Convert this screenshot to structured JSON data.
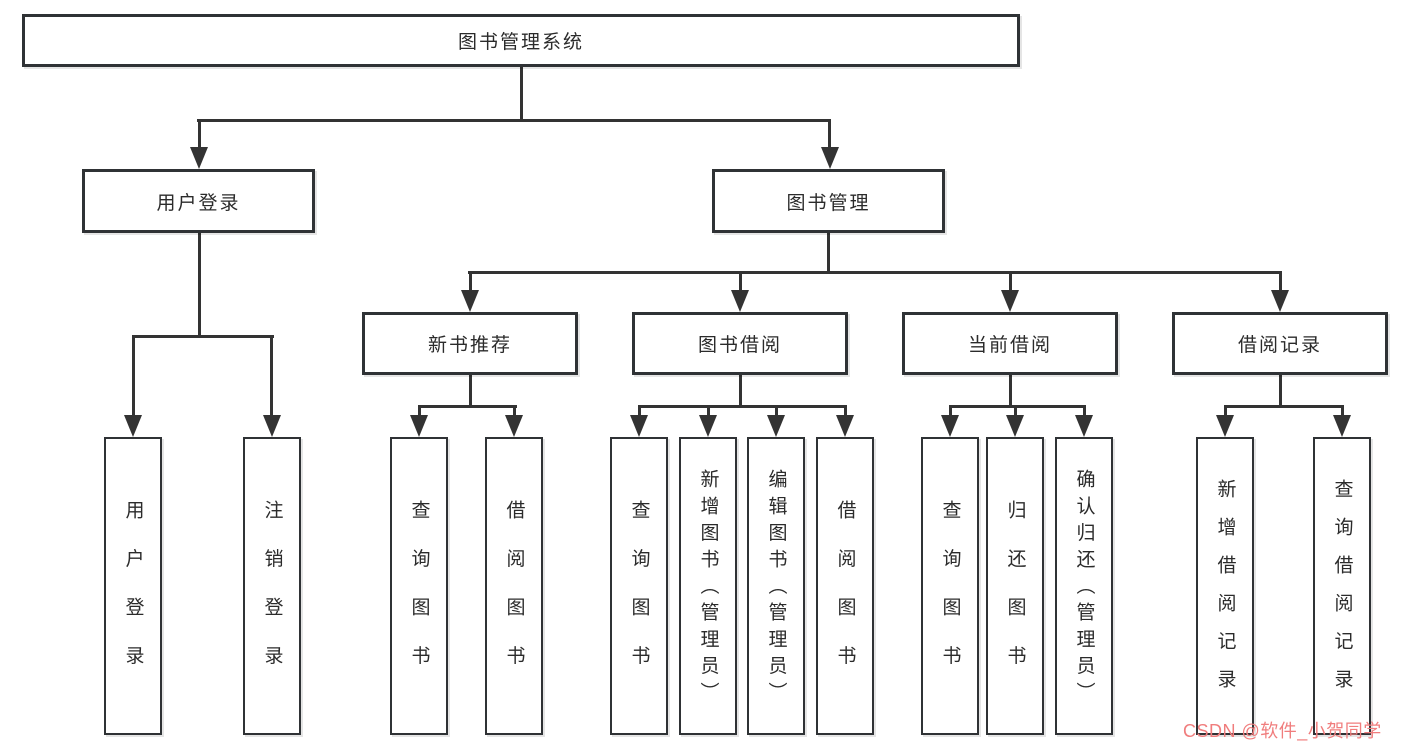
{
  "diagram": {
    "root": {
      "label": "图书管理系统"
    },
    "level2": [
      {
        "label": "用户登录"
      },
      {
        "label": "图书管理"
      }
    ],
    "level3": [
      {
        "label": "新书推荐"
      },
      {
        "label": "图书借阅"
      },
      {
        "label": "当前借阅"
      },
      {
        "label": "借阅记录"
      }
    ],
    "leaves": [
      {
        "label": "用户登录",
        "parent": "用户登录"
      },
      {
        "label": "注销登录",
        "parent": "用户登录"
      },
      {
        "label": "查询图书",
        "parent": "新书推荐"
      },
      {
        "label": "借阅图书",
        "parent": "新书推荐"
      },
      {
        "label": "查询图书",
        "parent": "图书借阅"
      },
      {
        "label": "新增图书（管理员）",
        "parent": "图书借阅"
      },
      {
        "label": "编辑图书（管理员）",
        "parent": "图书借阅"
      },
      {
        "label": "借阅图书",
        "parent": "图书借阅"
      },
      {
        "label": "查询图书",
        "parent": "当前借阅"
      },
      {
        "label": "归还图书",
        "parent": "当前借阅"
      },
      {
        "label": "确认归还（管理员）",
        "parent": "当前借阅"
      },
      {
        "label": "新增借阅记录",
        "parent": "借阅记录"
      },
      {
        "label": "查询借阅记录",
        "parent": "借阅记录"
      }
    ],
    "line_color": "#333333",
    "box_border_color": "#2f3235"
  },
  "watermark": {
    "text": "CSDN @软件_小贺同学",
    "color": "#f07d7d"
  }
}
